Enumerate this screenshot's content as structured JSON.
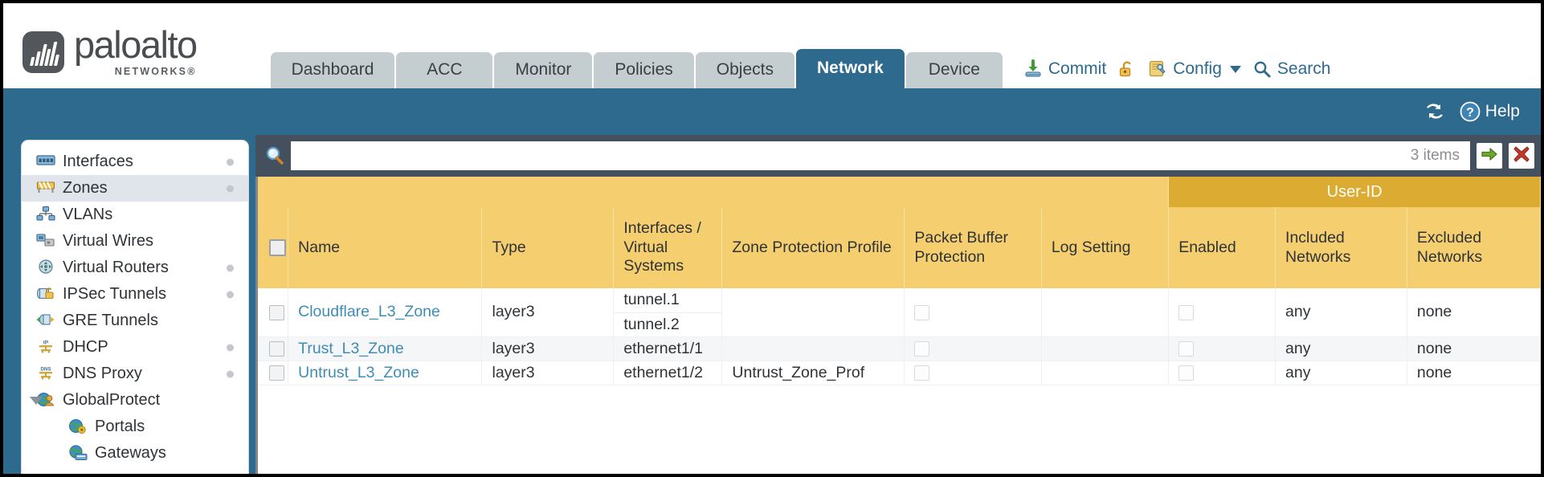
{
  "brand": {
    "name": "paloalto",
    "sub": "NETWORKS®",
    "logo_icon": "paloalto-logo-icon"
  },
  "nav_tabs": [
    {
      "label": "Dashboard",
      "active": false
    },
    {
      "label": "ACC",
      "active": false
    },
    {
      "label": "Monitor",
      "active": false
    },
    {
      "label": "Policies",
      "active": false
    },
    {
      "label": "Objects",
      "active": false
    },
    {
      "label": "Network",
      "active": true
    },
    {
      "label": "Device",
      "active": false
    }
  ],
  "utilities": [
    {
      "label": "Commit",
      "icon": "commit-icon"
    },
    {
      "label": "",
      "icon": "unlock-icon"
    },
    {
      "label": "Config",
      "icon": "config-icon",
      "has_caret": true
    },
    {
      "label": "Search",
      "icon": "search-icon"
    }
  ],
  "blue_bar": {
    "refresh_icon": "refresh-icon",
    "help_label": "Help",
    "help_icon": "help-icon"
  },
  "sidebar": {
    "items": [
      {
        "label": "Interfaces",
        "icon": "interfaces-icon",
        "selected": false,
        "dot": true,
        "child": false,
        "twisty": false
      },
      {
        "label": "Zones",
        "icon": "zones-icon",
        "selected": true,
        "dot": true,
        "child": false,
        "twisty": false
      },
      {
        "label": "VLANs",
        "icon": "vlans-icon",
        "selected": false,
        "dot": false,
        "child": false,
        "twisty": false
      },
      {
        "label": "Virtual Wires",
        "icon": "virtual-wires-icon",
        "selected": false,
        "dot": false,
        "child": false,
        "twisty": false
      },
      {
        "label": "Virtual Routers",
        "icon": "virtual-routers-icon",
        "selected": false,
        "dot": true,
        "child": false,
        "twisty": false
      },
      {
        "label": "IPSec Tunnels",
        "icon": "ipsec-tunnels-icon",
        "selected": false,
        "dot": true,
        "child": false,
        "twisty": false
      },
      {
        "label": "GRE Tunnels",
        "icon": "gre-tunnels-icon",
        "selected": false,
        "dot": false,
        "child": false,
        "twisty": false
      },
      {
        "label": "DHCP",
        "icon": "dhcp-icon",
        "selected": false,
        "dot": true,
        "child": false,
        "twisty": false
      },
      {
        "label": "DNS Proxy",
        "icon": "dns-proxy-icon",
        "selected": false,
        "dot": true,
        "child": false,
        "twisty": false
      },
      {
        "label": "GlobalProtect",
        "icon": "globalprotect-icon",
        "selected": false,
        "dot": false,
        "child": false,
        "twisty": true
      },
      {
        "label": "Portals",
        "icon": "portals-icon",
        "selected": false,
        "dot": false,
        "child": true,
        "twisty": false
      },
      {
        "label": "Gateways",
        "icon": "gateways-icon",
        "selected": false,
        "dot": false,
        "child": true,
        "twisty": false
      }
    ]
  },
  "search": {
    "icon": "search-magnifier-icon",
    "value": "",
    "placeholder": "",
    "items_count": "3 items",
    "apply_icon": "apply-filter-arrow-icon",
    "clear_icon": "clear-filter-x-icon"
  },
  "table": {
    "group_header": {
      "label": "User-ID",
      "span": 3
    },
    "columns": [
      "Name",
      "Type",
      "Interfaces / Virtual Systems",
      "Zone Protection Profile",
      "Packet Buffer Protection",
      "Log Setting",
      "Enabled",
      "Included Networks",
      "Excluded Networks"
    ],
    "rows": [
      {
        "checked": false,
        "name": "Cloudflare_L3_Zone",
        "type": "layer3",
        "interfaces": [
          "tunnel.1",
          "tunnel.2"
        ],
        "zone_protection_profile": "",
        "packet_buffer_protection": false,
        "log_setting": "",
        "userid_enabled": false,
        "included_networks": "any",
        "excluded_networks": "none"
      },
      {
        "checked": false,
        "name": "Trust_L3_Zone",
        "type": "layer3",
        "interfaces": [
          "ethernet1/1"
        ],
        "zone_protection_profile": "",
        "packet_buffer_protection": false,
        "log_setting": "",
        "userid_enabled": false,
        "included_networks": "any",
        "excluded_networks": "none"
      },
      {
        "checked": false,
        "name": "Untrust_L3_Zone",
        "type": "layer3",
        "interfaces": [
          "ethernet1/2"
        ],
        "zone_protection_profile": "Untrust_Zone_Prof",
        "packet_buffer_protection": false,
        "log_setting": "",
        "userid_enabled": false,
        "included_networks": "any",
        "excluded_networks": "none"
      }
    ]
  },
  "colors": {
    "brand_blue": "#2E6A8E",
    "tab_inactive": "#C4CED1",
    "toolbar_slate": "#44505E",
    "header_amber": "#F5CE70",
    "group_amber": "#DCAC32",
    "link_blue": "#3F8CB5",
    "sidebar_selected": "#DFE5EA"
  }
}
